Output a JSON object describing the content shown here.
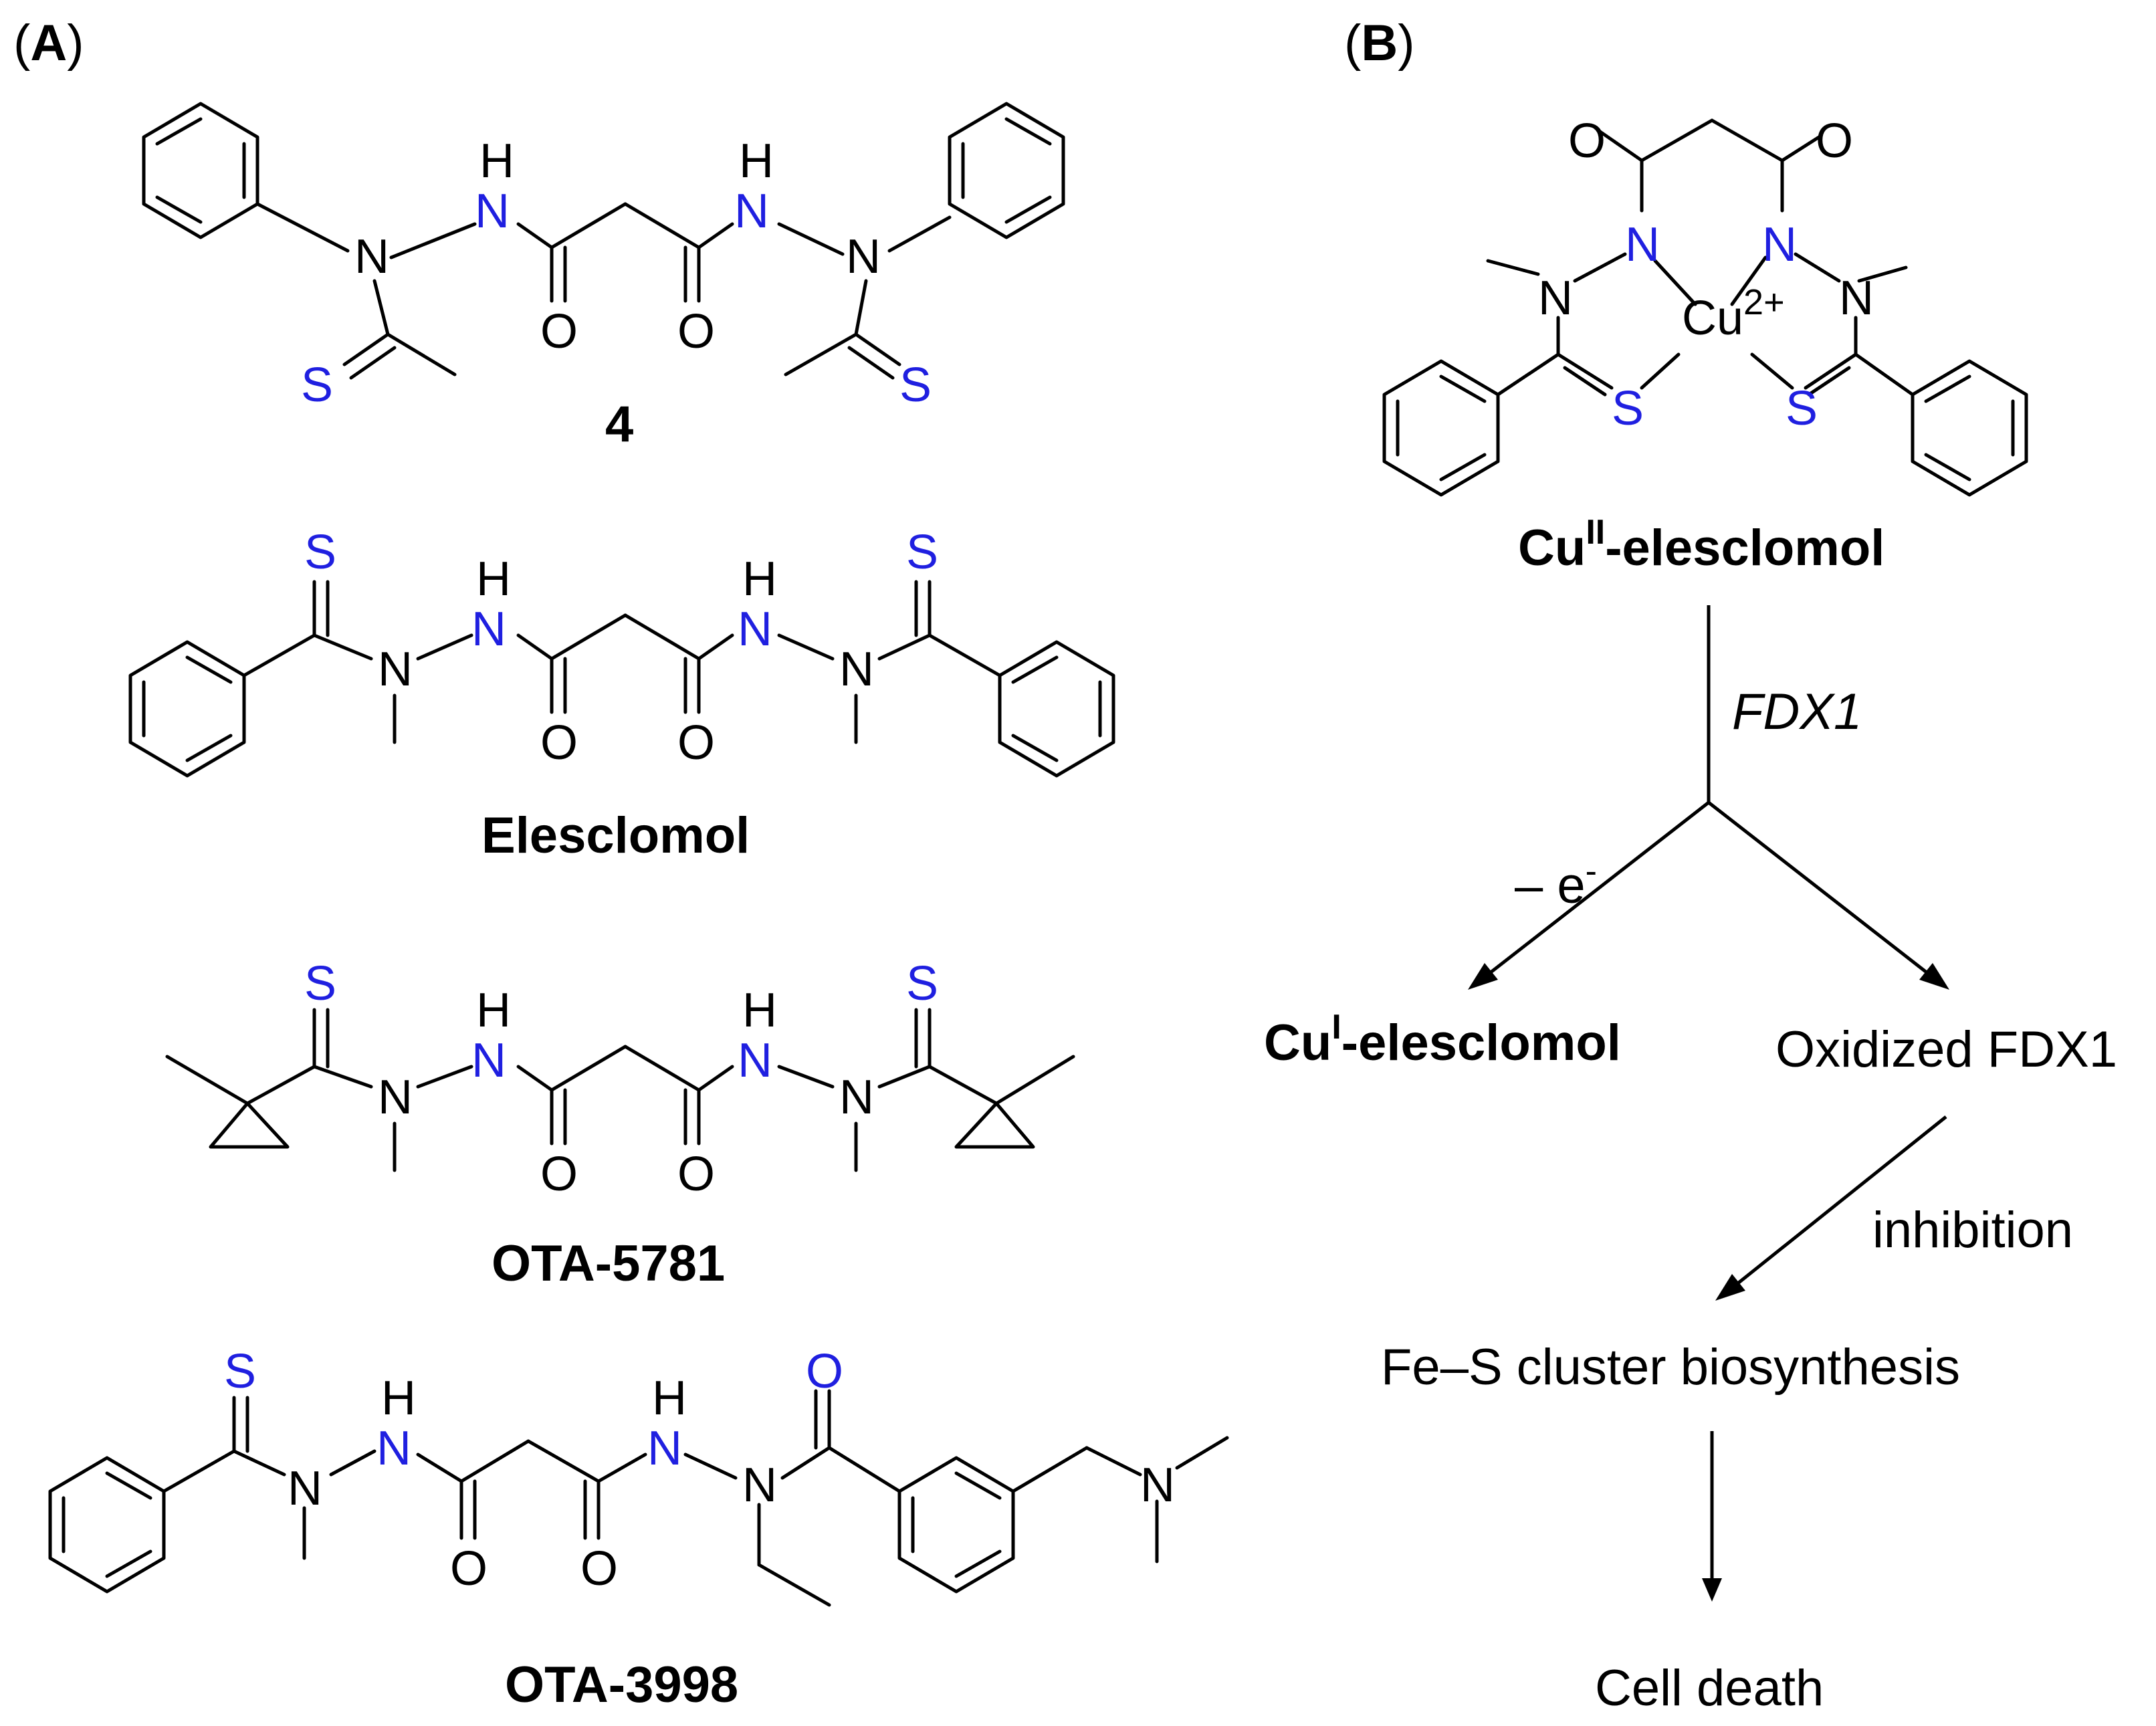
{
  "panels": {
    "a_label": "A",
    "b_label": "B"
  },
  "compounds": {
    "c4": "4",
    "elesclomol": "Elesclomol",
    "ota5781": "OTA-5781",
    "ota3998": "OTA-3998"
  },
  "atoms": {
    "N": "N",
    "H": "H",
    "O": "O",
    "S": "S",
    "Cu": "Cu",
    "cu_charge": "2+"
  },
  "panel_b": {
    "complex_label_prefix": "Cu",
    "complex_label_sup": "II",
    "complex_label_suffix": "-elesclomol",
    "enzyme": "FDX1",
    "electron": "– e",
    "electron_sup": "-",
    "product_prefix": "Cu",
    "product_sup": "I",
    "product_suffix": "-elesclomol",
    "oxidized": "Oxidized FDX1",
    "inhibition": "inhibition",
    "fes": "Fe–S cluster biosynthesis",
    "death": "Cell death"
  },
  "colors": {
    "heteroatom": "#1f1fe0",
    "bond": "#000000"
  }
}
